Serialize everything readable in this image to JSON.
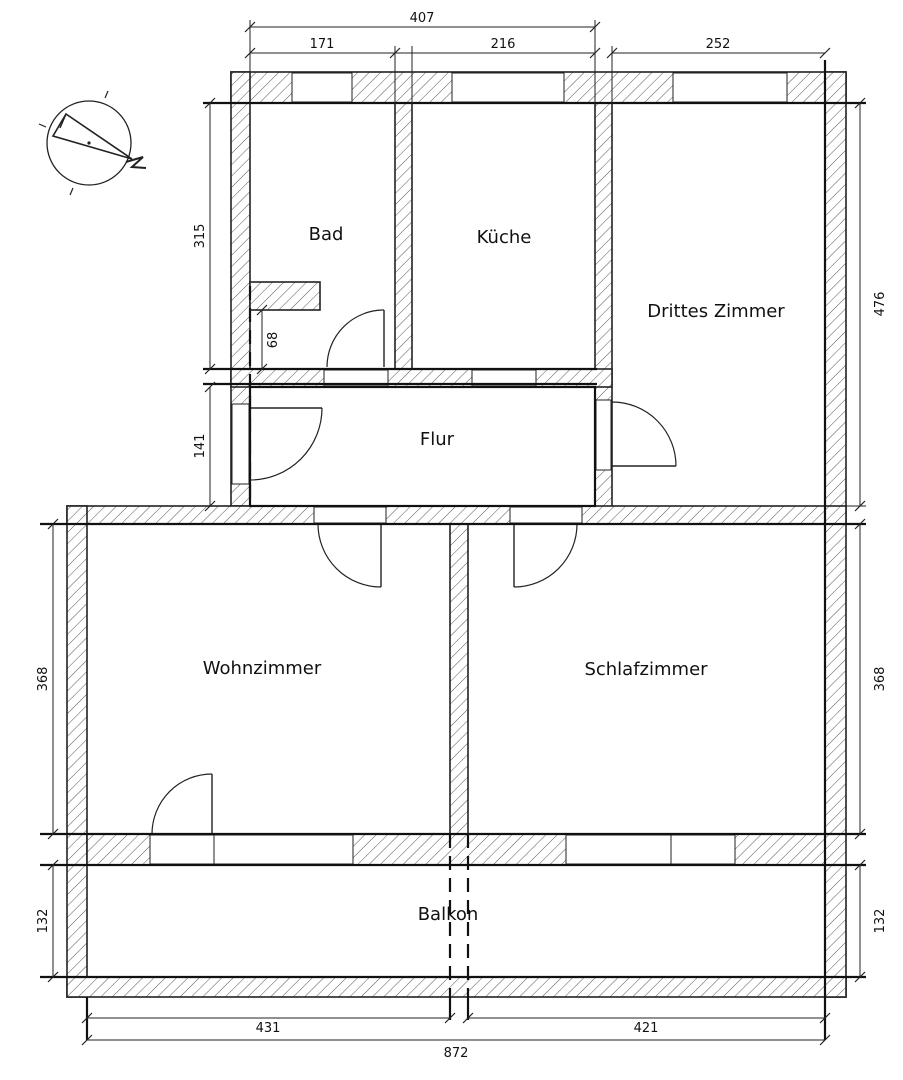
{
  "rooms": {
    "bad": "Bad",
    "kueche": "Küche",
    "drittes_zimmer": "Drittes Zimmer",
    "flur": "Flur",
    "wohnzimmer": "Wohnzimmer",
    "schlafzimmer": "Schlafzimmer",
    "balkon": "Balkon"
  },
  "dimensions": {
    "top_total": "407",
    "top_bad": "171",
    "top_kueche": "216",
    "top_drittes": "252",
    "left_bad": "315",
    "bad_niche": "68",
    "left_flur": "141",
    "left_wohn": "368",
    "left_balkon": "132",
    "right_drittes": "476",
    "right_schlaf": "368",
    "right_balkon": "132",
    "bottom_wohn": "431",
    "bottom_schlaf": "421",
    "bottom_total": "872"
  },
  "north_arrow": {
    "icon": "north-arrow-icon",
    "letter": "N"
  }
}
